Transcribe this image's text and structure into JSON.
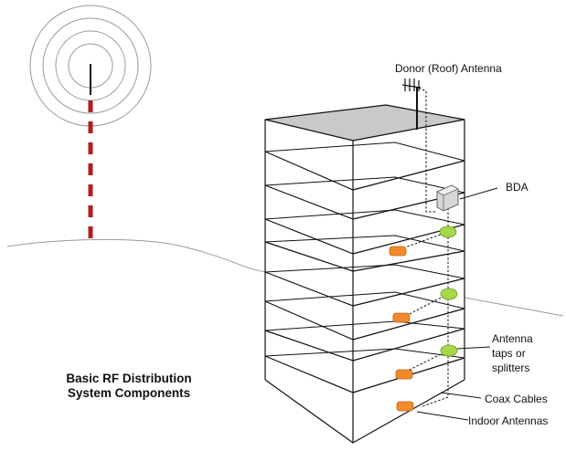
{
  "labels": {
    "donor_antenna": "Donor (Roof) Antenna",
    "bda": "BDA",
    "antenna_taps": [
      "Antenna",
      "taps or",
      "splitters"
    ],
    "coax_cables": "Coax Cables",
    "indoor_antennas": "Indoor Antennas"
  },
  "caption": {
    "line1": "Basic RF Distribution",
    "line2": "System Components"
  },
  "colors": {
    "roof": "#c9c9c9",
    "tower_mast": "#b01e23",
    "tap": "#a8d84a",
    "indoor_antenna": "#f08a2a",
    "bda_box": "#d7d7d7",
    "outline": "#111111",
    "ground_line": "#9a9a9a"
  }
}
